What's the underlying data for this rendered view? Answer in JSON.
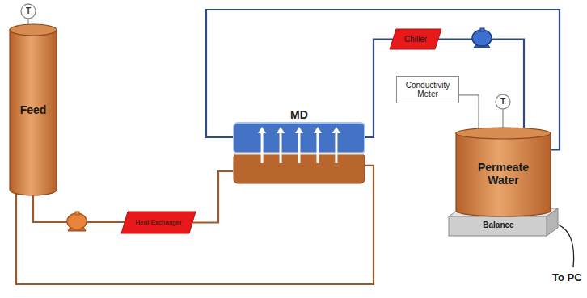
{
  "diagram": {
    "nodes": [
      {
        "text": [
          "T"
        ]
      },
      {
        "text": [
          "Feed"
        ]
      },
      {
        "text": [
          "Heat Exchanger"
        ]
      },
      {
        "text": [
          "MD"
        ]
      },
      {
        "text": [
          "Chiller"
        ]
      },
      {
        "text": [
          "Conductivity Meter"
        ]
      },
      {
        "text": [
          "T"
        ]
      },
      {
        "text": [
          "Permeate Water"
        ]
      },
      {
        "text": [
          "Balance"
        ]
      }
    ],
    "edges": [
      {
        "from": 0,
        "to": 1,
        "arrow": "none"
      },
      {
        "from": 1,
        "to": 2,
        "arrow": "none"
      },
      {
        "from": 2,
        "to": 3,
        "arrow": "none"
      },
      {
        "from": 3,
        "to": 1,
        "arrow": "none"
      },
      {
        "from": 3,
        "to": 4,
        "arrow": "none"
      },
      {
        "from": 4,
        "to": 7,
        "arrow": "none"
      },
      {
        "from": 7,
        "to": 3,
        "arrow": "none"
      },
      {
        "from": 5,
        "to": 7,
        "arrow": "none"
      },
      {
        "from": 6,
        "to": 7,
        "arrow": "none"
      }
    ],
    "labels": [
      "To PC"
    ]
  }
}
